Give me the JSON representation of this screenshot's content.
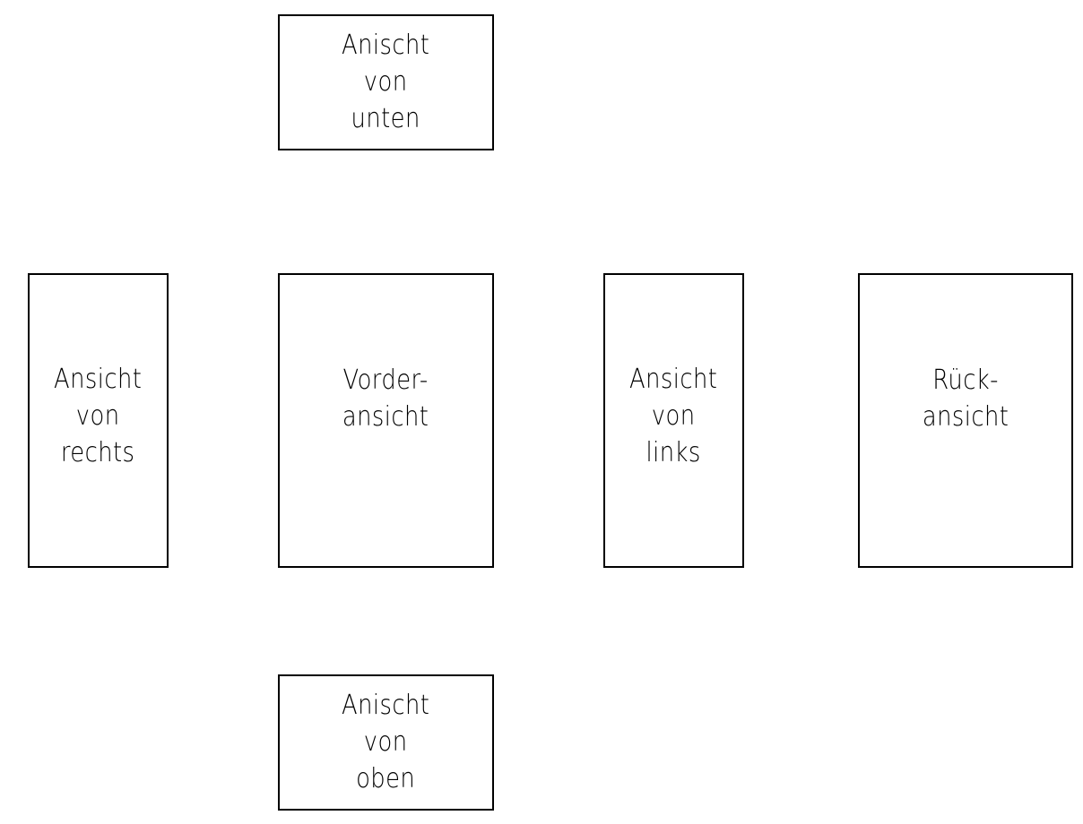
{
  "diagram": {
    "views": {
      "bottom": {
        "label": "Anischt\nvon\nunten"
      },
      "right": {
        "label": "Ansicht\nvon\nrechts"
      },
      "front": {
        "label": "Vorder-\nansicht"
      },
      "left": {
        "label": "Ansicht\nvon\nlinks"
      },
      "back": {
        "label": "Rück-\nansicht"
      },
      "top": {
        "label": "Anischt\nvon\noben"
      }
    },
    "colors": {
      "stroke": "#000000",
      "background": "#ffffff"
    }
  }
}
